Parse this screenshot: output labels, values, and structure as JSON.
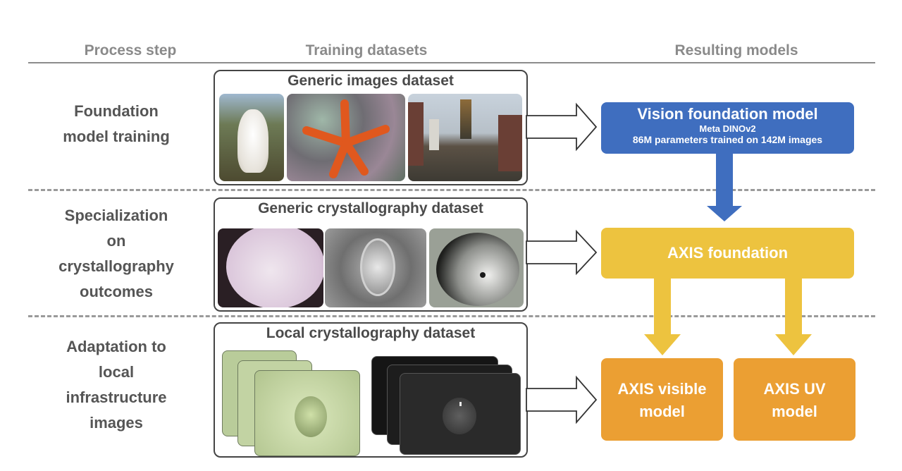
{
  "headers": {
    "process_step": "Process step",
    "training_datasets": "Training datasets",
    "resulting_models": "Resulting models"
  },
  "rows": [
    {
      "step_lines": [
        "Foundation",
        "model training"
      ],
      "dataset_title": "Generic images dataset",
      "images": [
        "dog-photo",
        "starfish-photo",
        "temple-photo"
      ]
    },
    {
      "step_lines": [
        "Specialization",
        "on",
        "crystallography",
        "outcomes"
      ],
      "dataset_title": "Generic crystallography dataset",
      "images": [
        "crystal-drop-pink",
        "crystal-drop-gray",
        "crystal-drop-dark"
      ]
    },
    {
      "step_lines": [
        "Adaptation to",
        "local",
        "infrastructure",
        "images"
      ],
      "dataset_title": "Local crystallography dataset",
      "images": [
        "visible-stack",
        "uv-stack"
      ]
    }
  ],
  "models": {
    "vision": {
      "title": "Vision foundation model",
      "subtitle": "Meta DINOv2",
      "detail": "86M parameters trained on 142M images",
      "color": "#3f6ebf"
    },
    "axis_foundation": {
      "title": "AXIS foundation",
      "color": "#edc33f"
    },
    "axis_visible": {
      "line1": "AXIS visible",
      "line2": "model",
      "color": "#eb9f33"
    },
    "axis_uv": {
      "line1": "AXIS UV",
      "line2": "model",
      "color": "#eb9f33"
    }
  }
}
